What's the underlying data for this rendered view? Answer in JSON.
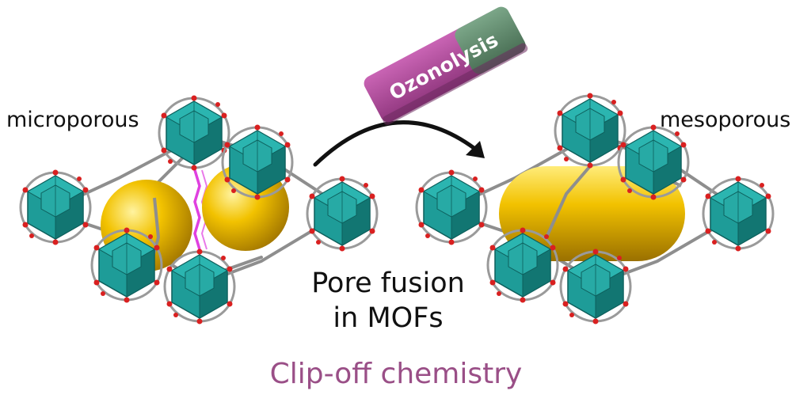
{
  "labels": {
    "left_state": "microporous",
    "right_state": "mesoporous",
    "process_line1": "Pore fusion",
    "process_line2": "in MOFs",
    "footer": "Clip-off chemistry",
    "eraser_text": "Ozonolysis"
  },
  "icons": {
    "eraser": "eraser-icon",
    "arrow": "curved-arrow-icon",
    "cluster": "metal-cluster-icon",
    "pore": "pore-sphere-icon"
  },
  "colors": {
    "cluster": "#1e9c98",
    "cluster_dark": "#127672",
    "pore": "#f2c200",
    "linker": "#8e8e8e",
    "oxygen": "#d92020",
    "cleaved_linker": "#e040e0",
    "eraser_body": "#b04a9a",
    "eraser_cap": "#5e8a6a",
    "footer_text": "#9a4f87"
  }
}
